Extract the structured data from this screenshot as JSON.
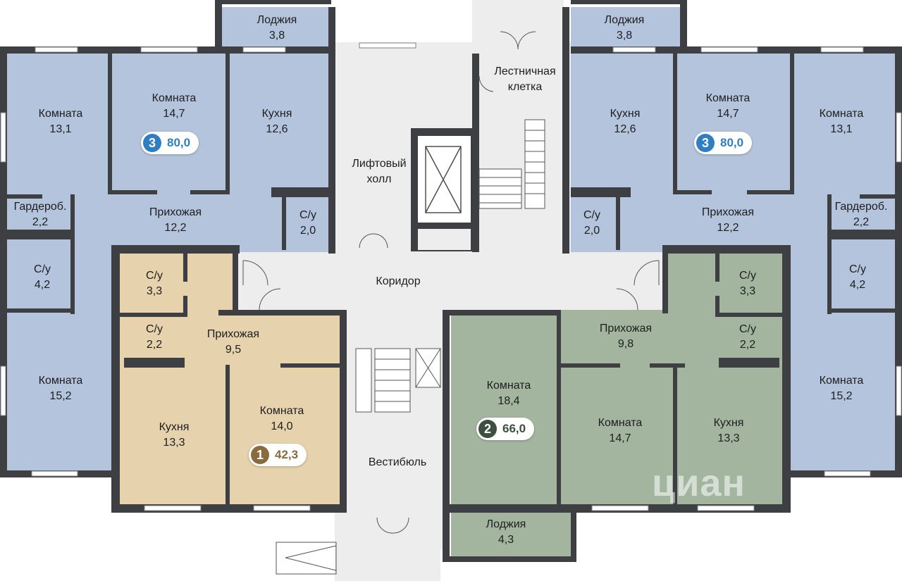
{
  "colors": {
    "apt3": "#2f7ec1",
    "apt1": "#8a6a3e",
    "apt2": "#3e4f3d",
    "rooms_blue": "#b4c4dc",
    "rooms_yellow": "#e6d3ad",
    "rooms_green": "#a3b59f",
    "common": "#ededed",
    "walls": "#3d3f42"
  },
  "rooms": {
    "loggia_left": {
      "name": "Лоджия",
      "area": "3,8"
    },
    "room_left_131": {
      "name": "Комната",
      "area": "13,1"
    },
    "room_left_147": {
      "name": "Комната",
      "area": "14,7"
    },
    "kitchen_left_126": {
      "name": "Кухня",
      "area": "12,6"
    },
    "wardrobe_left": {
      "name": "Гардероб.",
      "area": "2,2"
    },
    "hall_left_122": {
      "name": "Прихожая",
      "area": "12,2"
    },
    "wc_left_20": {
      "name": "С/у",
      "area": "2,0"
    },
    "wc_left_42": {
      "name": "С/у",
      "area": "4,2"
    },
    "room_left_152": {
      "name": "Комната",
      "area": "15,2"
    },
    "wc_1_33": {
      "name": "С/у",
      "area": "3,3"
    },
    "wc_1_22": {
      "name": "С/у",
      "area": "2,2"
    },
    "hall_1": {
      "name": "Прихожая",
      "area": "9,5"
    },
    "kitchen_1": {
      "name": "Кухня",
      "area": "13,3"
    },
    "room_1": {
      "name": "Комната",
      "area": "14,0"
    },
    "stair_top": {
      "name": "Лестничная",
      "name2": "клетка"
    },
    "lift_hall": {
      "name": "Лифтовый",
      "name2": "холл"
    },
    "corridor": {
      "name": "Коридор"
    },
    "vestibule": {
      "name": "Вестибюль"
    },
    "loggia_right": {
      "name": "Лоджия",
      "area": "3,8"
    },
    "kitchen_right_126": {
      "name": "Кухня",
      "area": "12,6"
    },
    "room_right_147": {
      "name": "Комната",
      "area": "14,7"
    },
    "room_right_131": {
      "name": "Комната",
      "area": "13,1"
    },
    "wc_right_20": {
      "name": "С/у",
      "area": "2,0"
    },
    "hall_right_122": {
      "name": "Прихожая",
      "area": "12,2"
    },
    "wardrobe_right": {
      "name": "Гардероб.",
      "area": "2,2"
    },
    "wc_right_42": {
      "name": "С/у",
      "area": "4,2"
    },
    "room_right_152": {
      "name": "Комната",
      "area": "15,2"
    },
    "wc_2_33": {
      "name": "С/у",
      "area": "3,3"
    },
    "wc_2_22": {
      "name": "С/у",
      "area": "2,2"
    },
    "hall_2": {
      "name": "Прихожая",
      "area": "9,8"
    },
    "room_2_184": {
      "name": "Комната",
      "area": "18,4"
    },
    "room_2_147": {
      "name": "Комната",
      "area": "14,7"
    },
    "kitchen_2": {
      "name": "Кухня",
      "area": "13,3"
    },
    "loggia_2": {
      "name": "Лоджия",
      "area": "4,3"
    }
  },
  "badges": {
    "apt_left": {
      "rooms": "3",
      "area": "80,0"
    },
    "apt_right": {
      "rooms": "3",
      "area": "80,0"
    },
    "apt_one": {
      "rooms": "1",
      "area": "42,3"
    },
    "apt_two": {
      "rooms": "2",
      "area": "66,0"
    }
  },
  "watermark": {
    "brand": "циан"
  }
}
